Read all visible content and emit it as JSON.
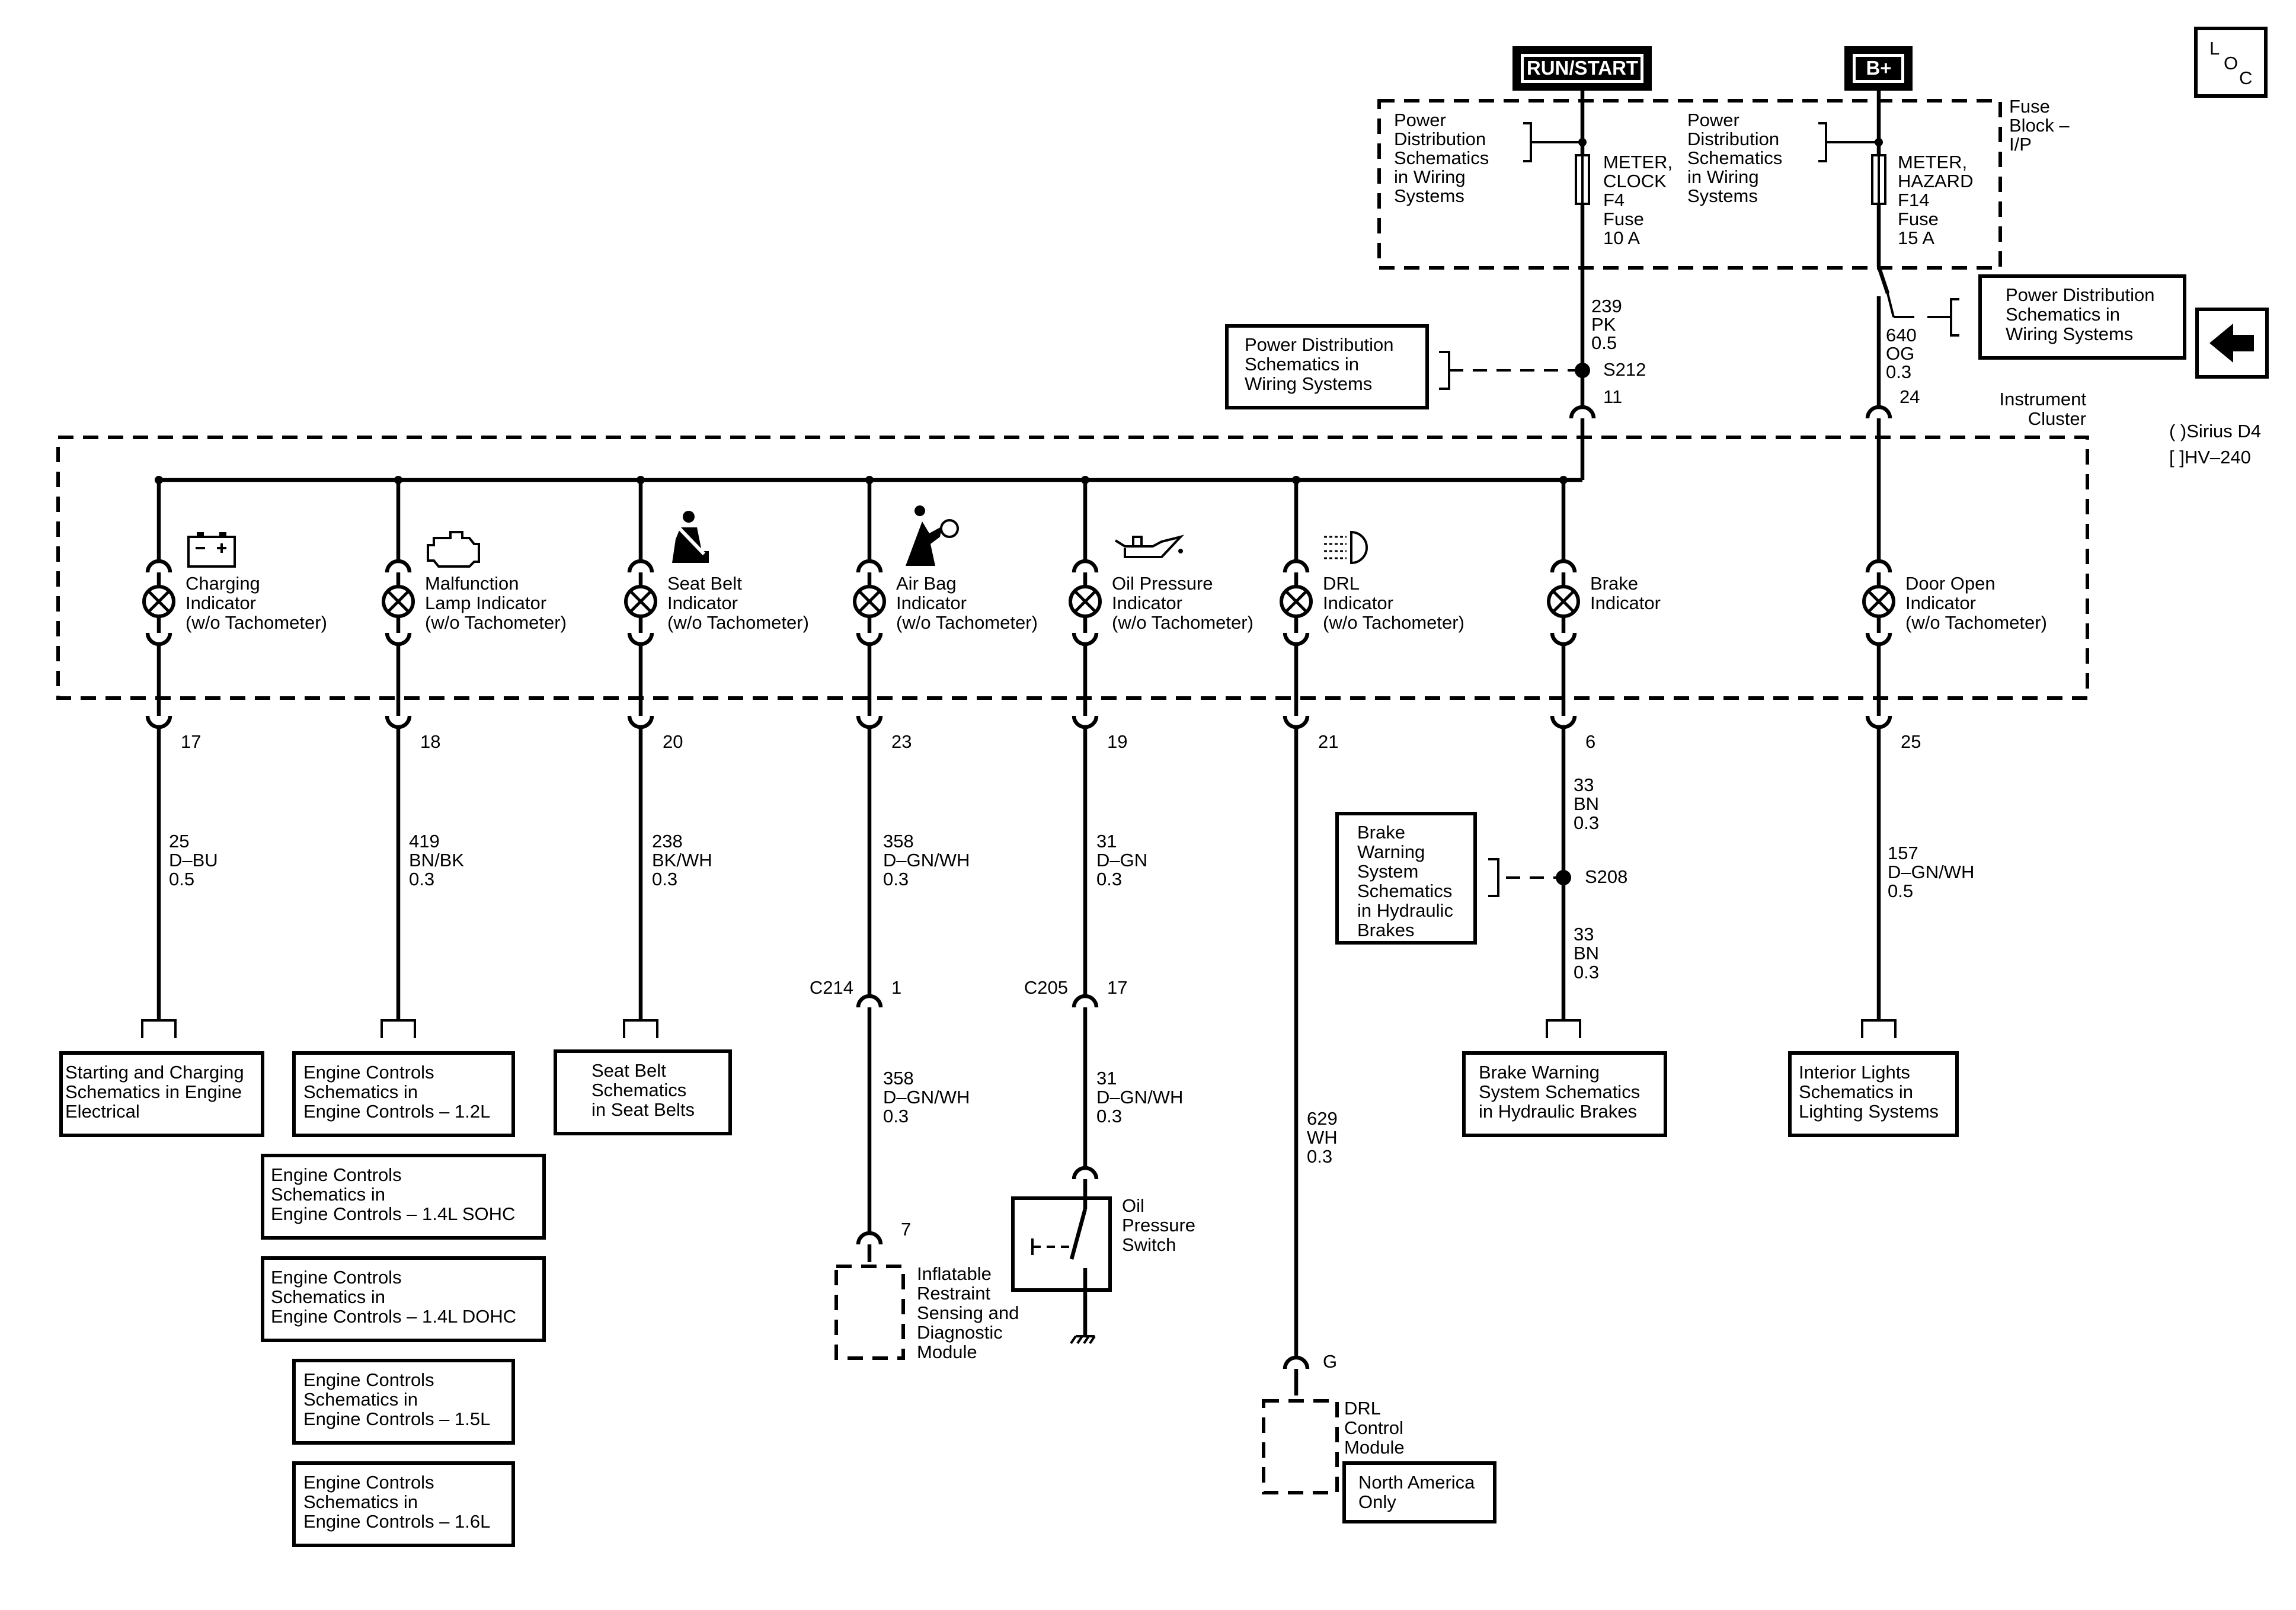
{
  "power": {
    "run_start": "RUN/START",
    "b_plus": "B+"
  },
  "loc": {
    "l": "L",
    "o": "O",
    "c": "C"
  },
  "fuse_block": [
    "Fuse",
    "Block –",
    "I/P"
  ],
  "pd_schem_inner": [
    "Power",
    "Distribution",
    "Schematics",
    "in Wiring",
    "Systems"
  ],
  "pd_schem_box": [
    "Power Distribution",
    "Schematics in",
    "Wiring Systems"
  ],
  "fuse_f4": [
    "METER,",
    "CLOCK",
    "F4",
    "Fuse",
    "10 A"
  ],
  "fuse_f14": [
    "METER,",
    "HAZARD",
    "F14",
    "Fuse",
    "15 A"
  ],
  "feed_left": {
    "wire": [
      "239",
      "PK",
      "0.5"
    ],
    "splice": "S212",
    "pin": "11"
  },
  "feed_right": {
    "wire": [
      "640",
      "OG",
      "0.3"
    ],
    "pin": "24"
  },
  "instrument_cluster": [
    "Instrument",
    "Cluster"
  ],
  "notes": [
    "( )Sirius D4",
    "[ ]HV–240"
  ],
  "indicators": [
    {
      "label": [
        "Charging",
        "Indicator",
        "(w/o Tachometer)"
      ],
      "pin": "17",
      "wire": [
        "25",
        "D–BU",
        "0.5"
      ],
      "icon": "battery-icon"
    },
    {
      "label": [
        "Malfunction",
        "Lamp Indicator",
        "(w/o Tachometer)"
      ],
      "pin": "18",
      "wire": [
        "419",
        "BN/BK",
        "0.3"
      ],
      "icon": "engine-icon"
    },
    {
      "label": [
        "Seat Belt",
        "Indicator",
        "(w/o Tachometer)"
      ],
      "pin": "20",
      "wire": [
        "238",
        "BK/WH",
        "0.3"
      ],
      "icon": "seat-belt-icon"
    },
    {
      "label": [
        "Air Bag",
        "Indicator",
        "(w/o Tachometer)"
      ],
      "pin": "23",
      "wire": [
        "358",
        "D–GN/WH",
        "0.3"
      ],
      "icon": "air-bag-icon"
    },
    {
      "label": [
        "Oil Pressure",
        "Indicator",
        "(w/o Tachometer)"
      ],
      "pin": "19",
      "wire": [
        "31",
        "D–GN",
        "0.3"
      ],
      "icon": "oil-can-icon"
    },
    {
      "label": [
        "DRL",
        "Indicator",
        "(w/o Tachometer)"
      ],
      "pin": "21",
      "wire": [
        "629",
        "WH",
        "0.3"
      ],
      "icon": "headlamp-icon"
    },
    {
      "label": [
        "Brake",
        "Indicator"
      ],
      "pin": "6",
      "wire": [
        "33",
        "BN",
        "0.3"
      ],
      "icon": ""
    },
    {
      "label": [
        "Door Open",
        "Indicator",
        "(w/o Tachometer)"
      ],
      "pin": "25",
      "wire": [
        "157",
        "D–GN/WH",
        "0.5"
      ],
      "icon": ""
    }
  ],
  "connectors": {
    "c214": {
      "name": "C214",
      "pin": "1",
      "wire": [
        "358",
        "D–GN/WH",
        "0.3"
      ],
      "module_pin": "7"
    },
    "c205": {
      "name": "C205",
      "pin": "17",
      "wire": [
        "31",
        "D–GN/WH",
        "0.3"
      ]
    },
    "drl_pin": "G",
    "s208": {
      "name": "S208",
      "wire": [
        "33",
        "BN",
        "0.3"
      ]
    }
  },
  "modules": {
    "restraint": [
      "Inflatable",
      "Restraint",
      "Sensing and",
      "Diagnostic",
      "Module"
    ],
    "oil_switch": [
      "Oil",
      "Pressure",
      "Switch"
    ],
    "drl_module": [
      "DRL",
      "Control",
      "Module"
    ],
    "north_america": [
      "North America",
      "Only"
    ]
  },
  "references": {
    "starting_charging": [
      "Starting and Charging",
      "Schematics in Engine",
      "Electrical"
    ],
    "engine_12": [
      "Engine Controls",
      "Schematics in",
      "Engine Controls – 1.2L"
    ],
    "engine_14s": [
      "Engine Controls",
      "Schematics in",
      "Engine Controls – 1.4L SOHC"
    ],
    "engine_14d": [
      "Engine Controls",
      "Schematics in",
      "Engine Controls – 1.4L DOHC"
    ],
    "engine_15": [
      "Engine Controls",
      "Schematics in",
      "Engine Controls – 1.5L"
    ],
    "engine_16": [
      "Engine Controls",
      "Schematics in",
      "Engine Controls – 1.6L"
    ],
    "seat_belt": [
      "Seat Belt",
      "Schematics",
      "in Seat Belts"
    ],
    "brake_warning_left": [
      "Brake",
      "Warning",
      "System",
      "Schematics",
      "in Hydraulic",
      "Brakes"
    ],
    "brake_warning_bottom": [
      "Brake Warning",
      "System Schematics",
      "in Hydraulic Brakes"
    ],
    "interior_lights": [
      "Interior Lights",
      "Schematics in",
      "Lighting Systems"
    ]
  }
}
